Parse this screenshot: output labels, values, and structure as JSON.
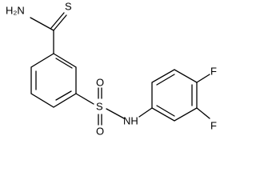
{
  "molecule": {
    "atoms": {
      "thioamide_nh2": "H₂N",
      "thioamide_s": "S",
      "sulfonyl_s": "S",
      "sulfonyl_o_top": "O",
      "sulfonyl_o_bottom": "O",
      "sulfonamide_nh": "NH",
      "fluorine_top": "F",
      "fluorine_bottom": "F"
    }
  },
  "colors": {
    "bond": "#000000",
    "label": "#000000",
    "background": "#ffffff"
  }
}
